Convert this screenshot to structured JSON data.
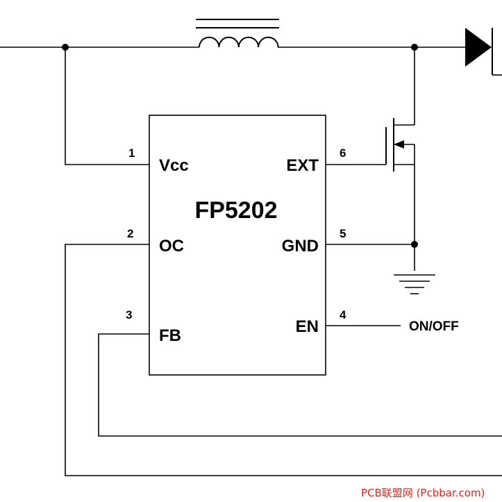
{
  "chip": {
    "name": "FP5202",
    "pins": [
      {
        "num": "1",
        "label": "Vcc"
      },
      {
        "num": "2",
        "label": "OC"
      },
      {
        "num": "3",
        "label": "FB"
      },
      {
        "num": "4",
        "label": "EN"
      },
      {
        "num": "5",
        "label": "GND"
      },
      {
        "num": "6",
        "label": "EXT"
      }
    ]
  },
  "signals": {
    "en_net": "ON/OFF"
  },
  "watermark": "PCB联盟网 (Pcbbar.com)"
}
